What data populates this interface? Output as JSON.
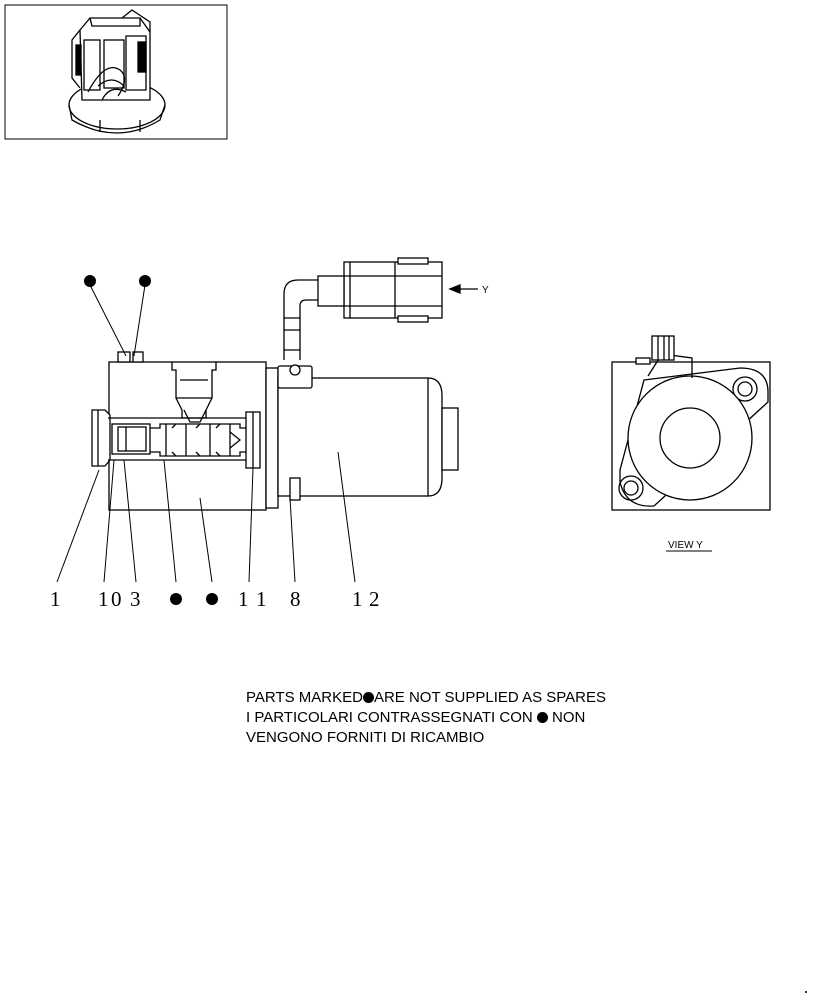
{
  "callouts": {
    "c1": "1",
    "c2": "1",
    "c3": "0",
    "c4": "3",
    "c7": "1",
    "c8": "1",
    "c9": "8",
    "c10": "1",
    "c11": "2"
  },
  "view_arrow_label": "Y",
  "view_caption": "VIEW  Y",
  "notes": {
    "line1_before": "PARTS MARKED",
    "line1_after": "ARE NOT SUPPLIED AS SPARES",
    "line2_before": "I  PARTICOLARI  CONTRASSEGNATI  CON ",
    "line2_after": " NON",
    "line3": "VENGONO FORNITI DI RICAMBIO"
  }
}
